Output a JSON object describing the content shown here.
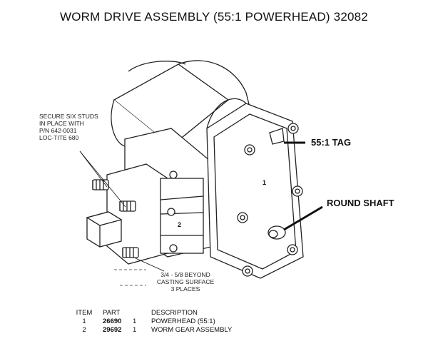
{
  "title": "WORM DRIVE ASSEMBLY (55:1 POWERHEAD)  32082",
  "notes": {
    "studs": [
      "SECURE SIX STUDS",
      "IN PLACE WITH",
      "P/N 642-0031",
      "LOC-TITE 680"
    ],
    "casting": [
      "3/4 - 5/8 BEYOND",
      "CASTING SURFACE",
      "3 PLACES"
    ]
  },
  "callouts": {
    "tag": "55:1 TAG",
    "shaft": "ROUND SHAFT"
  },
  "item_markers": [
    "1",
    "2"
  ],
  "bom": {
    "headers": {
      "item": "ITEM",
      "part": "PART",
      "qty": "",
      "description": "DESCRIPTION"
    },
    "rows": [
      {
        "item": "1",
        "part": "26690",
        "qty": "1",
        "description": "POWERHEAD (55:1)"
      },
      {
        "item": "2",
        "part": "29692",
        "qty": "1",
        "description": "WORM GEAR ASSEMBLY"
      }
    ]
  }
}
